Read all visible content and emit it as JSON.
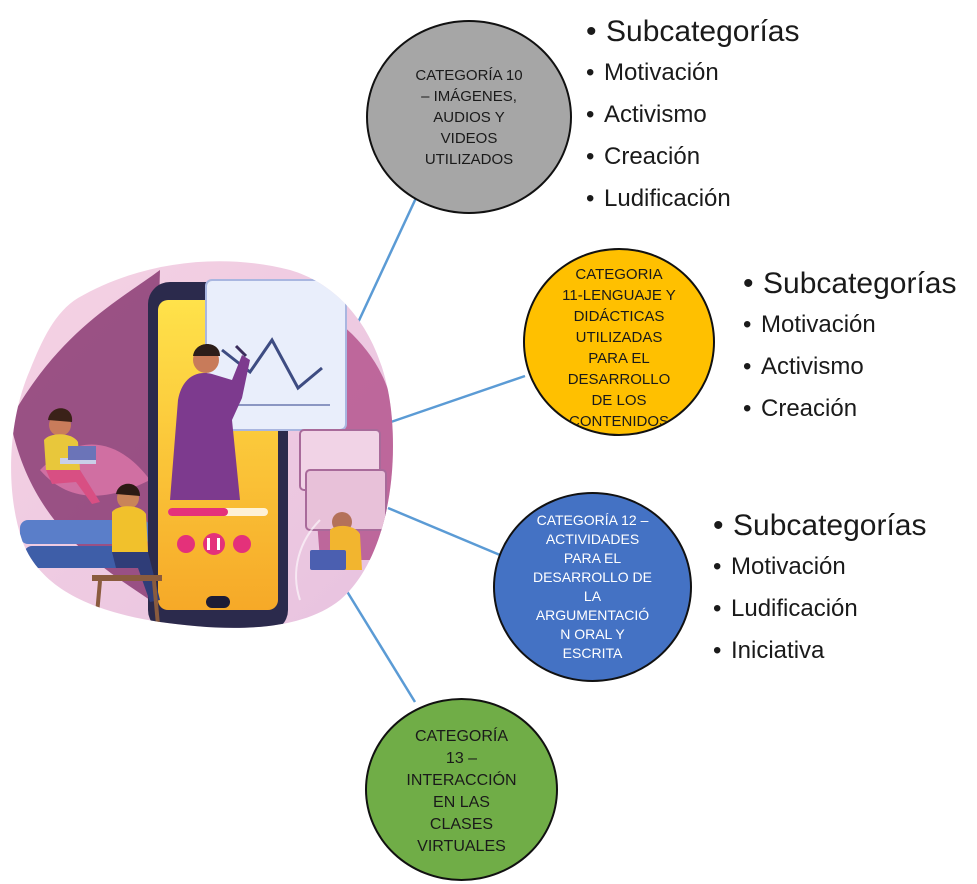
{
  "colors": {
    "category_10": "#a6a6a6",
    "category_11": "#ffc000",
    "category_12": "#4472c4",
    "category_13": "#70ad47",
    "connector": "#5b9bd5"
  },
  "central_image": {
    "icon": "online-teaching-illustration-icon"
  },
  "categories": [
    {
      "id": "cat10",
      "label": "CATEGORÍA 10\n– IMÁGENES,\nAUDIOS Y\nVIDEOS\nUTILIZADOS",
      "subcategories_title": "Subcategorías",
      "subcategories": [
        "Motivación",
        "Activismo",
        "Creación",
        "Ludificación"
      ]
    },
    {
      "id": "cat11",
      "label": "CATEGORIA\n11-LENGUAJE Y\nDIDÁCTICAS\nUTILIZADAS\nPARA EL\nDESARROLLO\nDE LOS\nCONTENIDOS",
      "subcategories_title": "Subcategorías",
      "subcategories": [
        "Motivación",
        "Activismo",
        "Creación"
      ]
    },
    {
      "id": "cat12",
      "label": "CATEGORÍA 12 –\nACTIVIDADES\nPARA EL\nDESARROLLO DE\nLA\nARGUMENTACIÓ\nN ORAL Y\nESCRITA",
      "subcategories_title": "Subcategorías",
      "subcategories": [
        "Motivación",
        "Ludificación",
        "Iniciativa"
      ]
    },
    {
      "id": "cat13",
      "label": "CATEGORÍA\n13 –\nINTERACCIÓN\nEN LAS\nCLASES\nVIRTUALES"
    }
  ]
}
